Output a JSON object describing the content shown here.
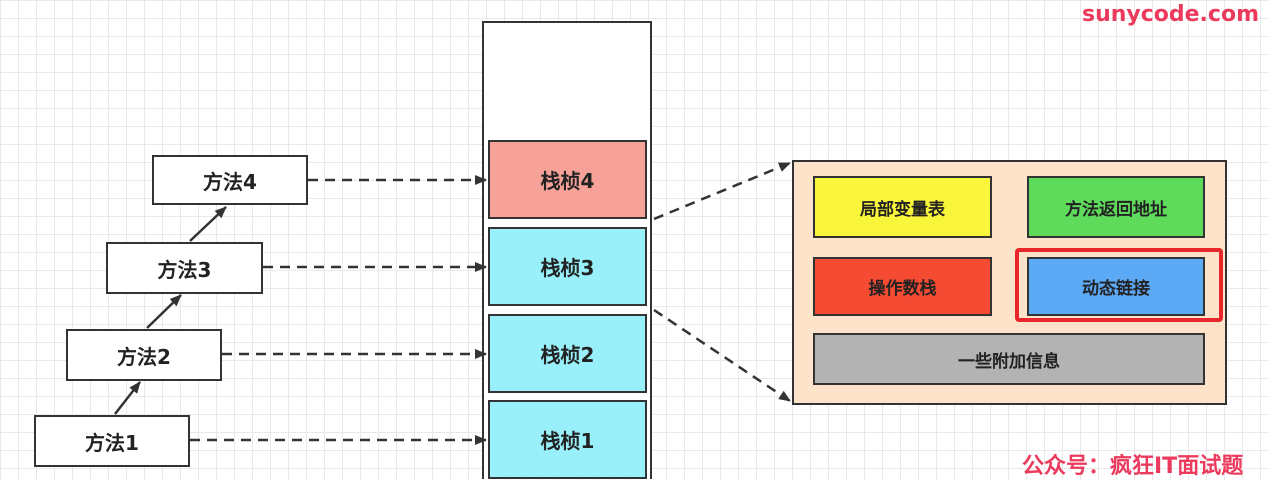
{
  "watermark": "sunycode.com",
  "methods": [
    "方法1",
    "方法2",
    "方法3",
    "方法4"
  ],
  "frames": [
    "栈桢4",
    "栈桢3",
    "栈桢2",
    "栈桢1"
  ],
  "frame_detail": {
    "local_vars": "局部变量表",
    "return_address": "方法返回地址",
    "operand_stack": "操作数栈",
    "dynamic_linking": "动态链接",
    "extra_info": "一些附加信息"
  },
  "footer": "公众号：疯狂IT面试题",
  "colors": {
    "frame_top": "#f7a299",
    "frame": "#99f0fa",
    "detail_bg": "#fde3c9",
    "local_vars": "#f9f53a",
    "return_address": "#5fdb5c",
    "operand_stack": "#f44b32",
    "dynamic_linking": "#5ca9f6",
    "extra_info": "#b3b3b3",
    "highlight": "#e8262c"
  }
}
